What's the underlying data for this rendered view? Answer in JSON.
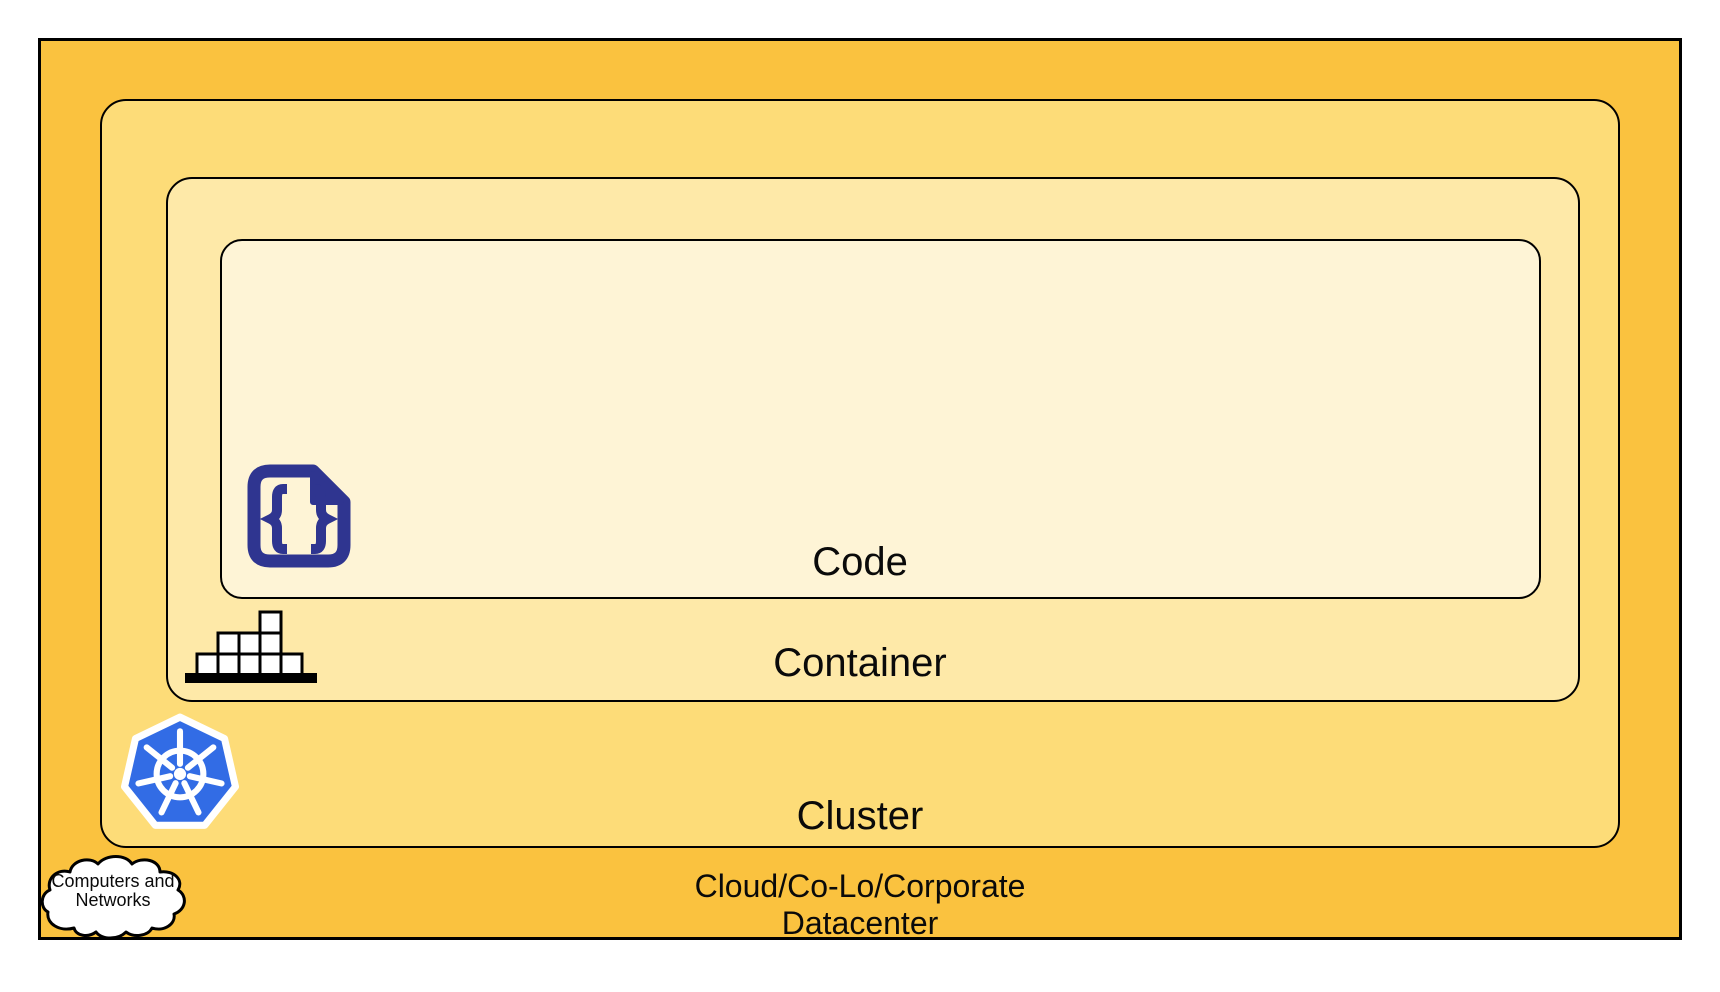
{
  "diagram": {
    "layers": {
      "code": {
        "label": "Code"
      },
      "container": {
        "label": "Container"
      },
      "cluster": {
        "label": "Cluster"
      },
      "datacenter": {
        "label_line1": "Cloud/Co-Lo/Corporate",
        "label_line2": "Datacenter"
      }
    },
    "cloud_callout": {
      "line1": "Computers and",
      "line2": "Networks"
    },
    "icons": {
      "code_file": "code-file-icon",
      "container_stack": "container-stack-icon",
      "kubernetes": "kubernetes-icon",
      "cloud": "cloud-icon"
    }
  },
  "colors": {
    "datacenter_fill": "#FAC23F",
    "cluster_fill": "#FDDC78",
    "container_fill": "#FEE9A8",
    "code_fill": "#FEF4D6",
    "kubernetes_blue": "#326CE5",
    "icon_indigo": "#2F3590",
    "line_color": "#000000",
    "text_color": "#0A0A0A"
  }
}
